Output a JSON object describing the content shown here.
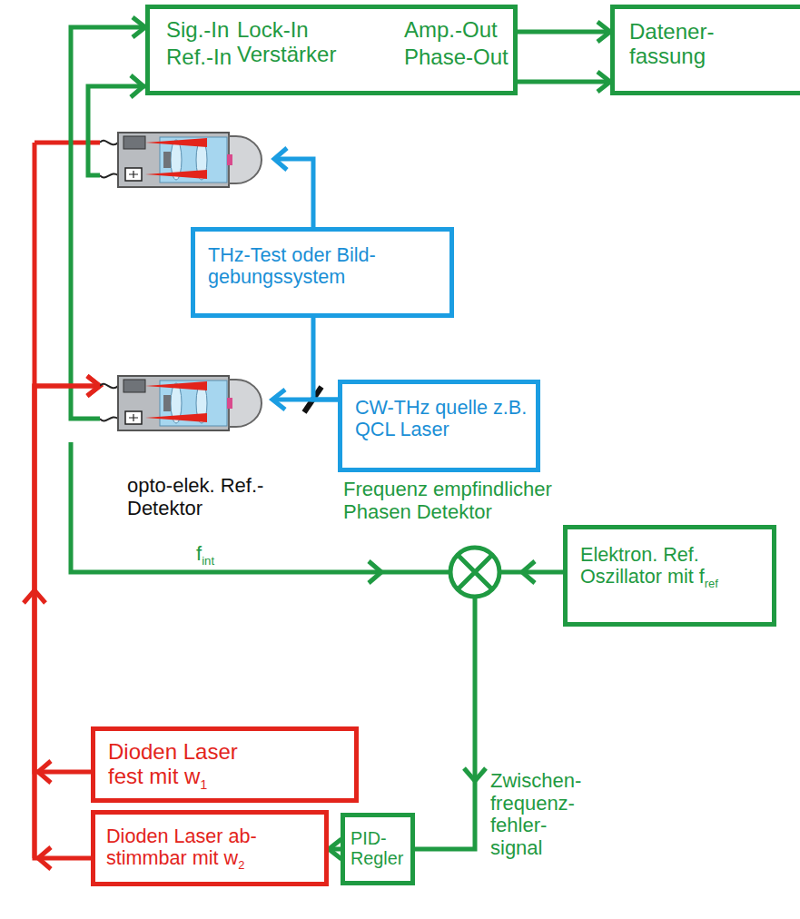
{
  "diagram": {
    "nodes": [
      {
        "text": [
          "Sig.-In",
          "Ref.-In",
          "Lock-In Verstärker",
          "Amp.-Out",
          "Phase-Out"
        ]
      },
      {
        "text": [
          "Datener- fassung"
        ]
      },
      {
        "text": [
          "THz-Test oder Bild- gebungssystem"
        ]
      },
      {
        "text": [
          "opto-elek. Ref.-Detektor"
        ]
      },
      {
        "text": [
          "CW-THz quelle z.B. QCL Laser"
        ]
      },
      {
        "text": [
          "Elektron. Ref. Oszillator mit f",
          "ref"
        ]
      },
      {
        "text": [
          "Dioden Laser fest mit w",
          "1"
        ]
      },
      {
        "text": [
          "Dioden Laser ab- stimmbar mit w",
          "2"
        ]
      },
      {
        "text": [
          "PID- Regler"
        ]
      }
    ],
    "edges": [
      {
        "from": 0,
        "to": 1,
        "arrow": "to"
      },
      {
        "from": 0,
        "to": 1,
        "arrow": "to"
      },
      {
        "from": 4,
        "to": 3,
        "arrow": "to"
      },
      {
        "from": 4,
        "to": 2,
        "arrow": "none"
      },
      {
        "from": 3,
        "to": 0,
        "arrow": "to"
      },
      {
        "from": 8,
        "to": 7,
        "arrow": "to"
      },
      {
        "from": 6,
        "to": 3,
        "arrow": "to"
      },
      {
        "from": 7,
        "to": 3,
        "arrow": "to"
      }
    ],
    "labels": [
      "Frequenz empfindlicher Phasen Detektor",
      "f",
      "int",
      "Zwischen- frequenz- fehler- signal"
    ]
  }
}
